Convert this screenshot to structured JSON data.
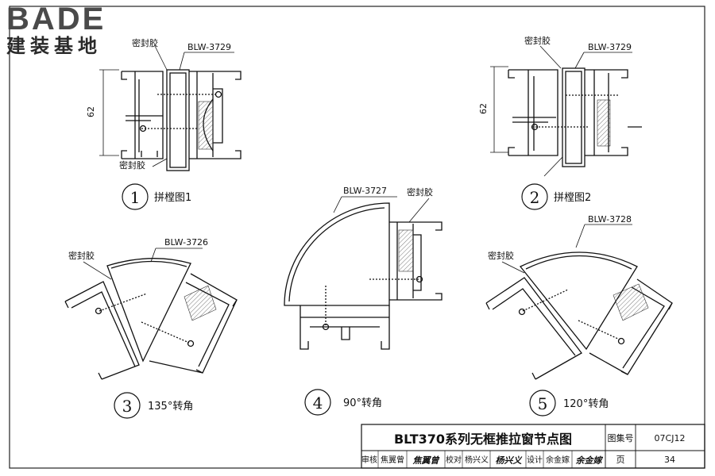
{
  "logo": {
    "brand": "BADE",
    "subtitle": "建装基地"
  },
  "labels": {
    "sealant": "密封胶",
    "dimension_62": "62"
  },
  "details": [
    {
      "number": "1",
      "caption": "拼樘图1",
      "profile": "BLW-3729"
    },
    {
      "number": "2",
      "caption": "拼樘图2",
      "profile": "BLW-3729"
    },
    {
      "number": "3",
      "caption": "135°转角",
      "profile": "BLW-3726"
    },
    {
      "number": "4",
      "caption": "90°转角",
      "profile": "BLW-3727"
    },
    {
      "number": "5",
      "caption": "120°转角",
      "profile": "BLW-3728"
    }
  ],
  "title_block": {
    "title": "BLT370系列无框推拉窗节点图",
    "atlas_label": "图集号",
    "atlas_no": "07CJ12",
    "page_label": "页",
    "page_no": "34",
    "review_label": "审核",
    "reviewer": "焦翼曾",
    "reviewer_sig": "焦翼曾",
    "check_label": "校对",
    "checker": "杨兴义",
    "checker_sig": "杨兴义",
    "design_label": "设计",
    "designer": "余金嫁",
    "designer_sig": "余金嫁"
  }
}
